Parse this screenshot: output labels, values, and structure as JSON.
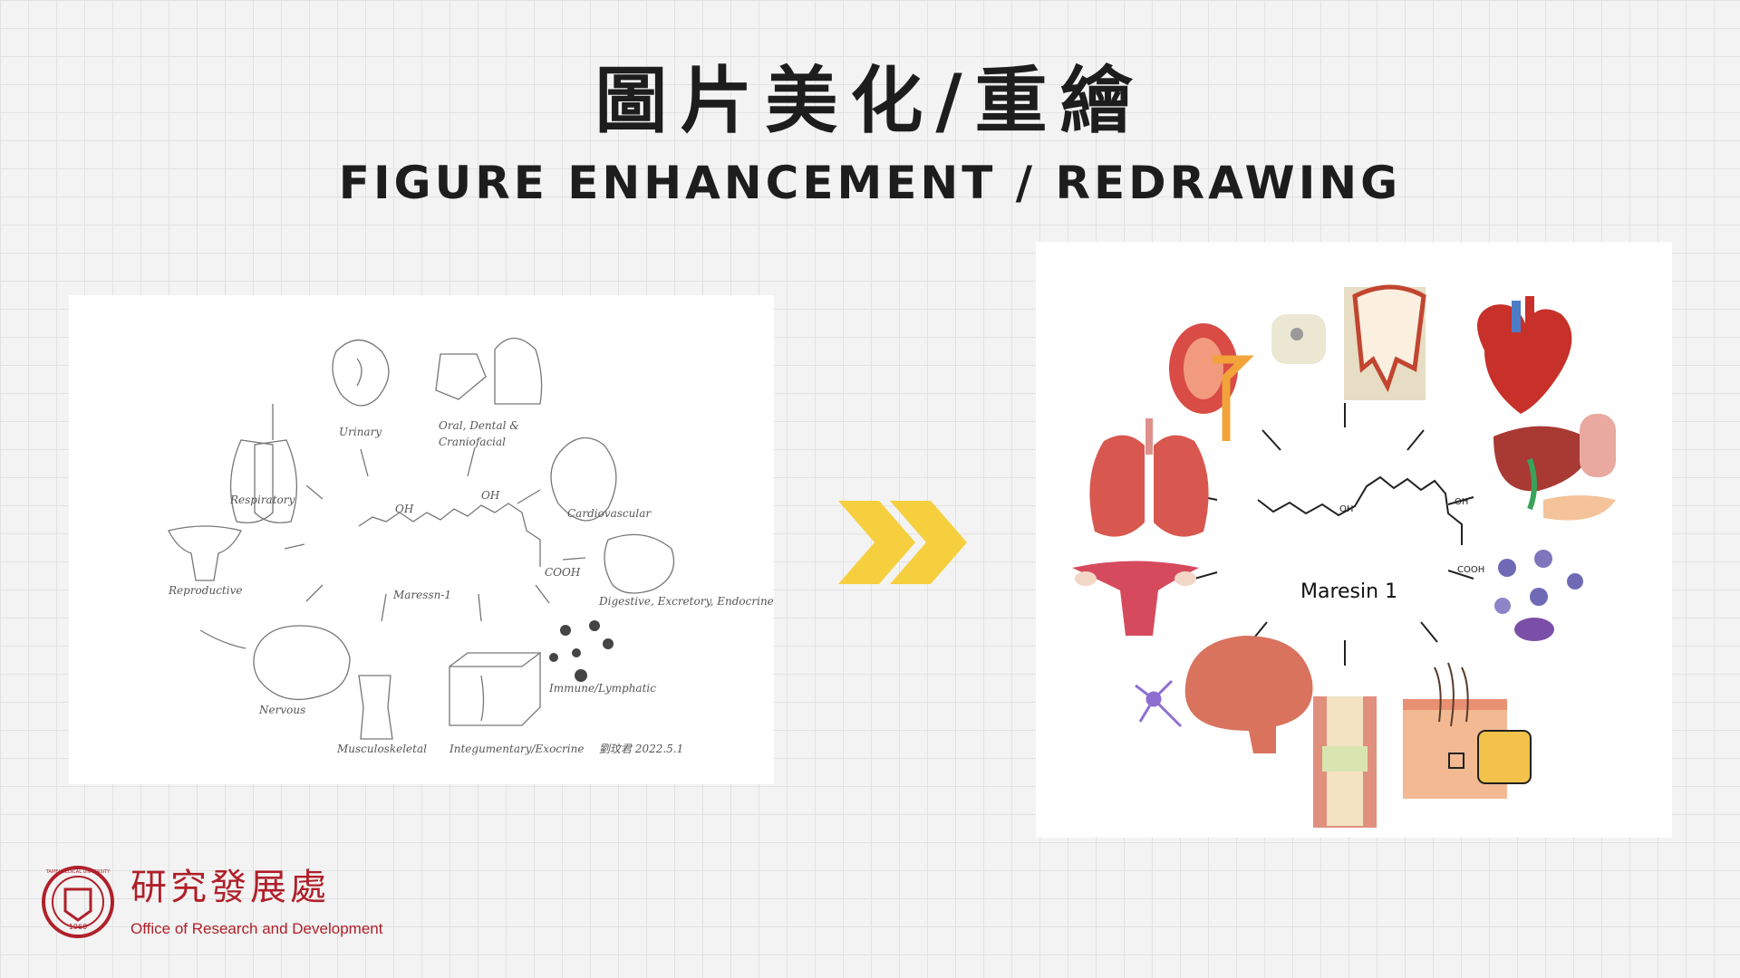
{
  "header": {
    "title_zh": "圖片美化/重繪",
    "title_en": "FIGURE ENHANCEMENT / REDRAWING"
  },
  "sketch": {
    "center_label": "Maressn-1",
    "labels": {
      "urinary": "Urinary",
      "oral": "Oral, Dental &",
      "craniofacial": "Craniofacial",
      "respiratory": "Respiratory",
      "cardiovascular": "Cardiovascular",
      "reproductive": "Reproductive",
      "digestive": "Digestive, Excretory, Endocrine",
      "nervous": "Nervous",
      "musculoskeletal": "Musculoskeletal",
      "integumentary": "Integumentary/Exocrine",
      "immune": "Immune/Lymphatic"
    },
    "signature": "劉玟君 2022.5.1",
    "molecule_oh1": "OH",
    "molecule_oh2": "OH",
    "molecule_cooh": "COOH"
  },
  "redraw": {
    "center_label": "Maresin 1",
    "oh_left": "OH",
    "oh_right": "OH",
    "cooh": "COOH"
  },
  "org": {
    "name_zh": "研究發展處",
    "name_en": "Office of Research and Development",
    "logo_ring_text": "TAIPEI MEDICAL UNIVERSITY",
    "logo_year": "1960"
  },
  "colors": {
    "title": "#1d1d1d",
    "brand_red": "#b0202a",
    "arrow_yellow": "#f6cf3f"
  }
}
